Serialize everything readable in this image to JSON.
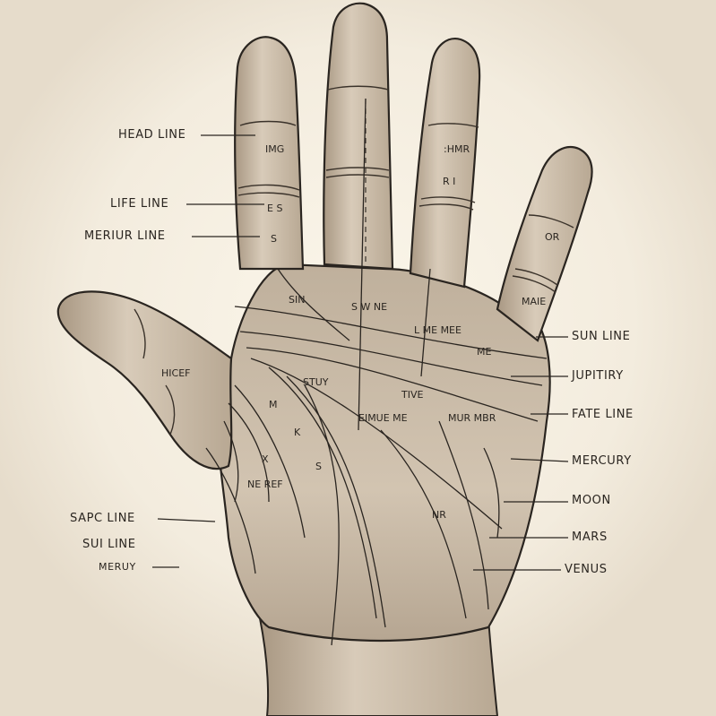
{
  "left_labels": [
    "HEAD LINE",
    "LIFE LINE",
    "MERIUR LINE",
    "SAPC LINE",
    "SUI LINE",
    "MERUY"
  ],
  "right_labels": [
    "SUN LINE",
    "JUPITIRY",
    "FATE LINE",
    "MERCURY",
    "MOON",
    "MARS",
    "VENUS"
  ],
  "hand_text": [
    "IMG",
    "E S",
    "S",
    ":HMR",
    "R I",
    "OR",
    "MAIE",
    "SIN",
    "S W NE",
    "L ME MEE",
    "ME",
    "TIVE",
    "MUR MBR",
    "STUY",
    "EIMUE ME",
    "M",
    "K",
    "S",
    "X",
    "NE REF",
    "HICEF",
    "NR"
  ],
  "colors": {
    "background": "#ece3d3",
    "glow": "#fbf6ea",
    "skin": "#c9bba8",
    "ink": "#2a2520"
  }
}
